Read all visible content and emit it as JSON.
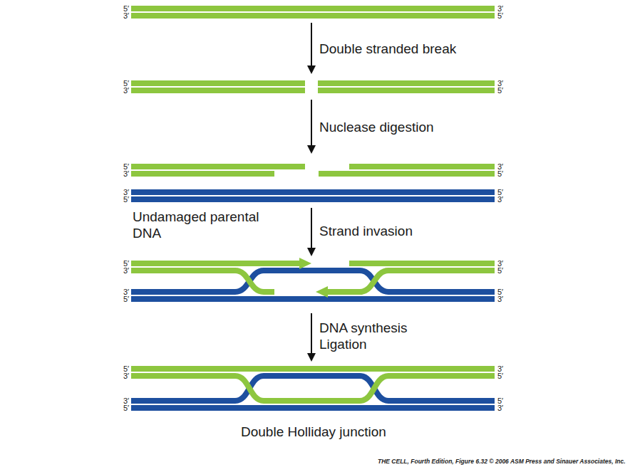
{
  "diagram": {
    "caption": "THE CELL, Fourth Edition, Figure 6.32 © 2006 ASM Press and Sinauer Associates, Inc.",
    "labels": [
      "5′",
      "3′",
      "3′",
      "5′",
      "Double stranded break",
      "5′",
      "3′",
      "3′",
      "5′",
      "Nuclease digestion",
      "5′",
      "3′",
      "3′",
      "5′",
      "3′",
      "5′",
      "5′",
      "3′",
      "Undamaged parental DNA",
      "Strand invasion",
      "5′",
      "3′",
      "3′",
      "5′",
      "3′",
      "5′",
      "5′",
      "3′",
      "DNA synthesis",
      "Ligation",
      "5′",
      "3′",
      "3′",
      "5′",
      "3′",
      "5′",
      "5′",
      "3′",
      "Double Holliday junction"
    ]
  }
}
